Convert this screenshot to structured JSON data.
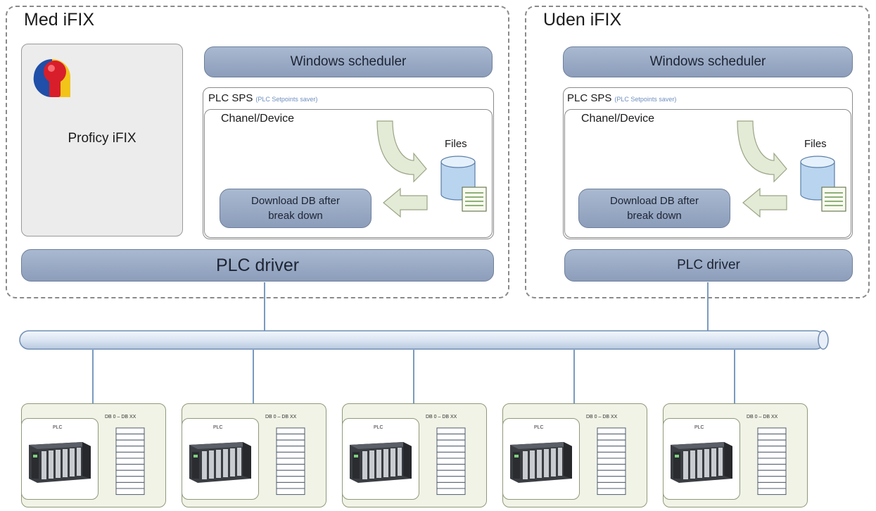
{
  "med": {
    "title": "Med iFIX",
    "proficy_label": "Proficy iFIX",
    "scheduler": "Windows scheduler",
    "sps_title": "PLC SPS",
    "sps_subtitle": "(PLC Setpoints saver)",
    "channel": "Chanel/Device",
    "files": "Files",
    "download_line1": "Download DB after",
    "download_line2": "break down",
    "driver": "PLC driver"
  },
  "uden": {
    "title": "Uden iFIX",
    "scheduler": "Windows scheduler",
    "sps_title": "PLC SPS",
    "sps_subtitle": "(PLC Setpoints saver)",
    "channel": "Chanel/Device",
    "files": "Files",
    "download_line1": "Download DB after",
    "download_line2": "break down",
    "driver": "PLC driver"
  },
  "plcs": [
    {
      "label": "PLC",
      "db_label": "DB 0 – DB XX"
    },
    {
      "label": "PLC",
      "db_label": "DB 0 – DB XX"
    },
    {
      "label": "PLC",
      "db_label": "DB 0 – DB XX"
    },
    {
      "label": "PLC",
      "db_label": "DB 0 – DB XX"
    },
    {
      "label": "PLC",
      "db_label": "DB 0 – DB XX"
    }
  ],
  "colors": {
    "pill": "#9aaac4",
    "bus": "#dde6f3",
    "plc_bg": "#f1f3e6",
    "arrow": "#e3ead6"
  }
}
